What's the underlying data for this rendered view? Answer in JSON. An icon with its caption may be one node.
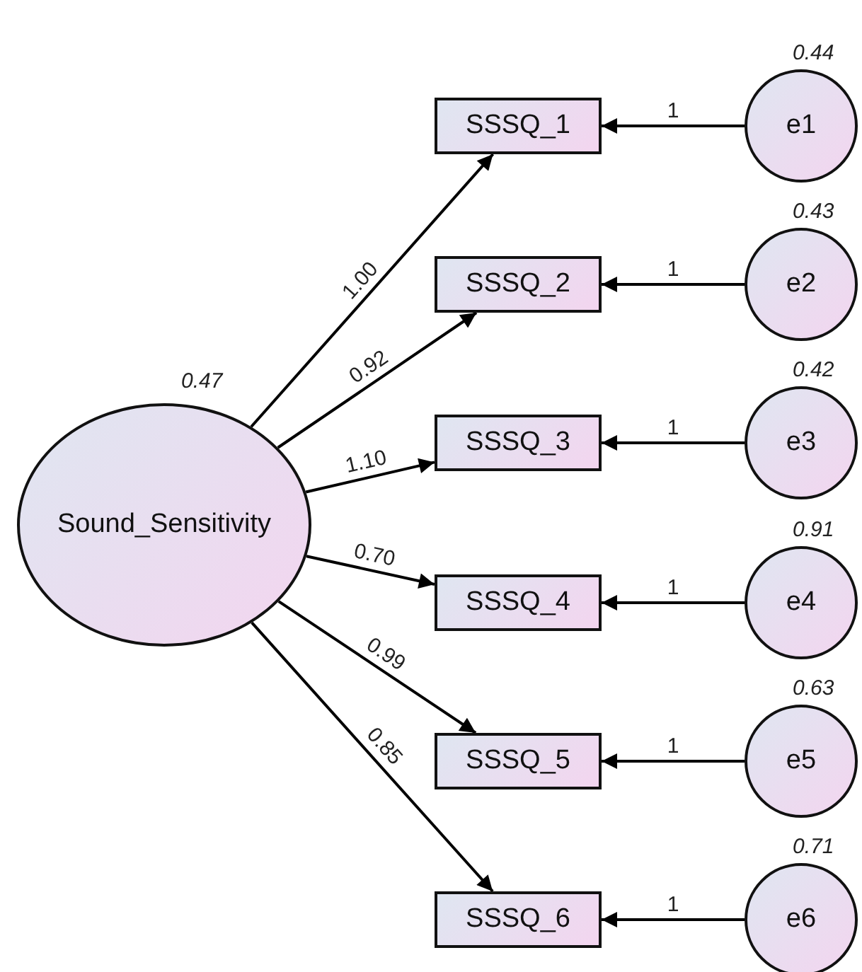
{
  "diagram": {
    "nodes": [
      {
        "text": [
          "Sound_Sensitivity"
        ],
        "beside": [
          "0.47"
        ]
      },
      {
        "text": [
          "SSSQ_1"
        ]
      },
      {
        "text": [
          "SSSQ_2"
        ]
      },
      {
        "text": [
          "SSSQ_3"
        ]
      },
      {
        "text": [
          "SSSQ_4"
        ]
      },
      {
        "text": [
          "SSSQ_5"
        ]
      },
      {
        "text": [
          "SSSQ_6"
        ]
      },
      {
        "text": [
          "e1"
        ],
        "beside": [
          "0.44"
        ]
      },
      {
        "text": [
          "e2"
        ],
        "beside": [
          "0.43"
        ]
      },
      {
        "text": [
          "e3"
        ],
        "beside": [
          "0.42"
        ]
      },
      {
        "text": [
          "e4"
        ],
        "beside": [
          "0.91"
        ]
      },
      {
        "text": [
          "e5"
        ],
        "beside": [
          "0.63"
        ]
      },
      {
        "text": [
          "e6"
        ],
        "beside": [
          "0.71"
        ]
      }
    ],
    "edges": [
      {
        "from": 0,
        "to": 1,
        "arrow": "to",
        "label": "1.00"
      },
      {
        "from": 0,
        "to": 2,
        "arrow": "to",
        "label": "0.92"
      },
      {
        "from": 0,
        "to": 3,
        "arrow": "to",
        "label": "1.10"
      },
      {
        "from": 0,
        "to": 4,
        "arrow": "to",
        "label": "0.70"
      },
      {
        "from": 0,
        "to": 5,
        "arrow": "to",
        "label": "0.99"
      },
      {
        "from": 0,
        "to": 6,
        "arrow": "to",
        "label": "0.85"
      },
      {
        "from": 7,
        "to": 1,
        "arrow": "to",
        "label": "1"
      },
      {
        "from": 8,
        "to": 2,
        "arrow": "to",
        "label": "1"
      },
      {
        "from": 9,
        "to": 3,
        "arrow": "to",
        "label": "1"
      },
      {
        "from": 10,
        "to": 4,
        "arrow": "to",
        "label": "1"
      },
      {
        "from": 11,
        "to": 5,
        "arrow": "to",
        "label": "1"
      },
      {
        "from": 12,
        "to": 6,
        "arrow": "to",
        "label": "1"
      }
    ]
  }
}
